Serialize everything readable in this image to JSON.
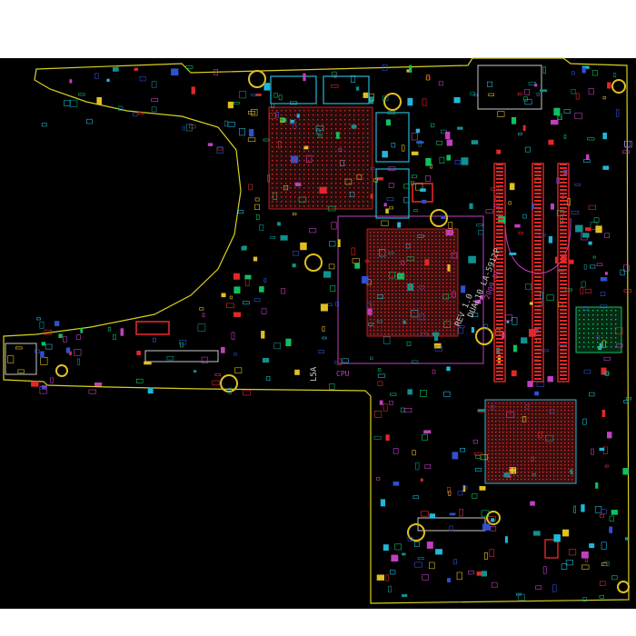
{
  "board": {
    "colors": {
      "background": "#000000",
      "outline": "#d8d020",
      "copper_red": "#e02828",
      "copper_green": "#10c060",
      "copper_cyan": "#20b8d8",
      "copper_teal": "#109090",
      "copper_blue": "#3050d0",
      "copper_magenta": "#c040c0",
      "pad_yellow": "#e0c020",
      "silk_white": "#c8c8c8"
    },
    "silkscreen": {
      "model": "DUAL10 LA-5912P",
      "rev": "REV 1.0",
      "marking": "2009.01",
      "label_left": "L5A",
      "label_small": "CPU"
    }
  }
}
